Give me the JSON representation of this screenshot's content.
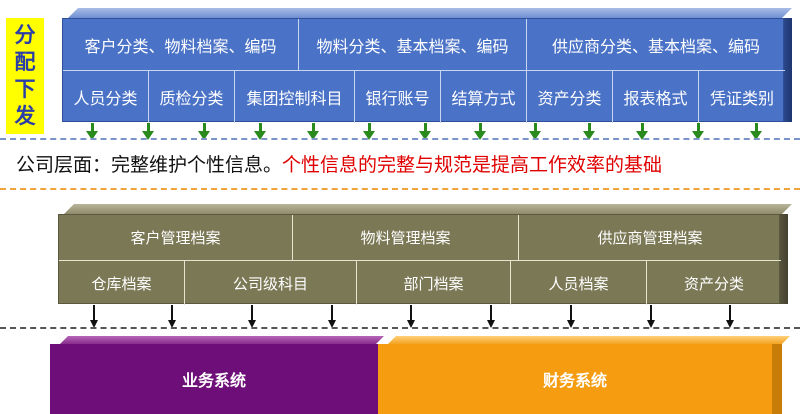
{
  "distribute_label": [
    "分",
    "配",
    "下",
    "发"
  ],
  "blue_row1": [
    "客户分类、物料档案、编码",
    "物料分类、基本档案、编码",
    "供应商分类、基本档案、编码"
  ],
  "blue_row2": [
    "人员分类",
    "质检分类",
    "集团控制科目",
    "银行账号",
    "结算方式",
    "资产分类",
    "报表格式",
    "凭证类别"
  ],
  "company_line": {
    "prefix": "公司层面：完整维护个性信息。",
    "highlight": "个性信息的完整与规范是提高工作效率的基础"
  },
  "olive_row1": [
    "客户管理档案",
    "物料管理档案",
    "供应商管理档案"
  ],
  "olive_row2": [
    "仓库档案",
    "公司级科目",
    "部门档案",
    "人员档案",
    "资产分类"
  ],
  "systems": {
    "business": "业务系统",
    "finance": "财务系统"
  },
  "colors": {
    "blue_block": "#4a72c6",
    "olive_block": "#7b7856",
    "business": "#6e0e78",
    "finance": "#f59c10",
    "highlight_text": "#e00000",
    "label_bg": "#ffff00",
    "green_arrow": "#2a8a1e"
  }
}
